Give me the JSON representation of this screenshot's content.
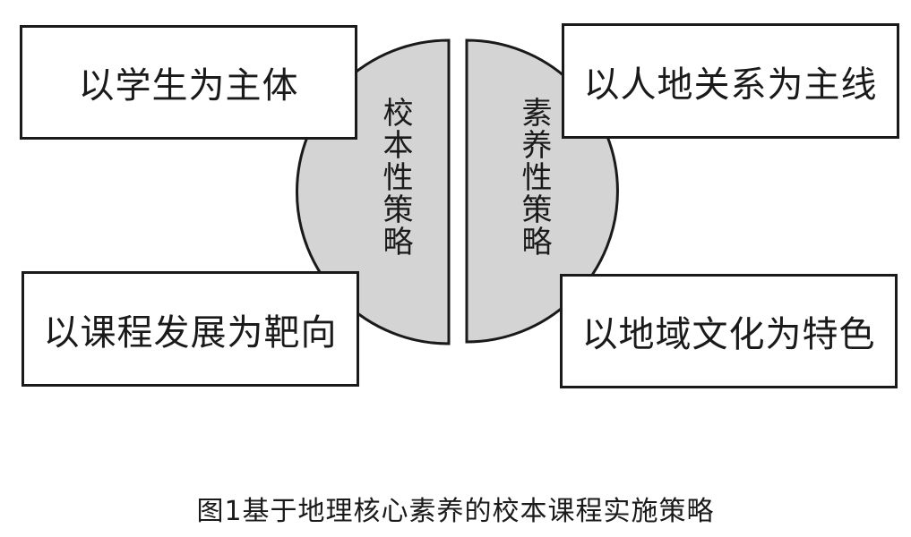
{
  "diagram": {
    "boxes": {
      "top_left": "以学生为主体",
      "top_right": "以人地关系为主线",
      "bottom_left": "以课程发展为靶向",
      "bottom_right": "以地域文化为特色"
    },
    "half_circles": {
      "left": "校本性策略",
      "right": "素养性策略"
    },
    "fill_color": "#d4d4d4",
    "stroke_color": "#1a1a1a"
  },
  "caption": "图1基于地理核心素养的校本课程实施策略"
}
